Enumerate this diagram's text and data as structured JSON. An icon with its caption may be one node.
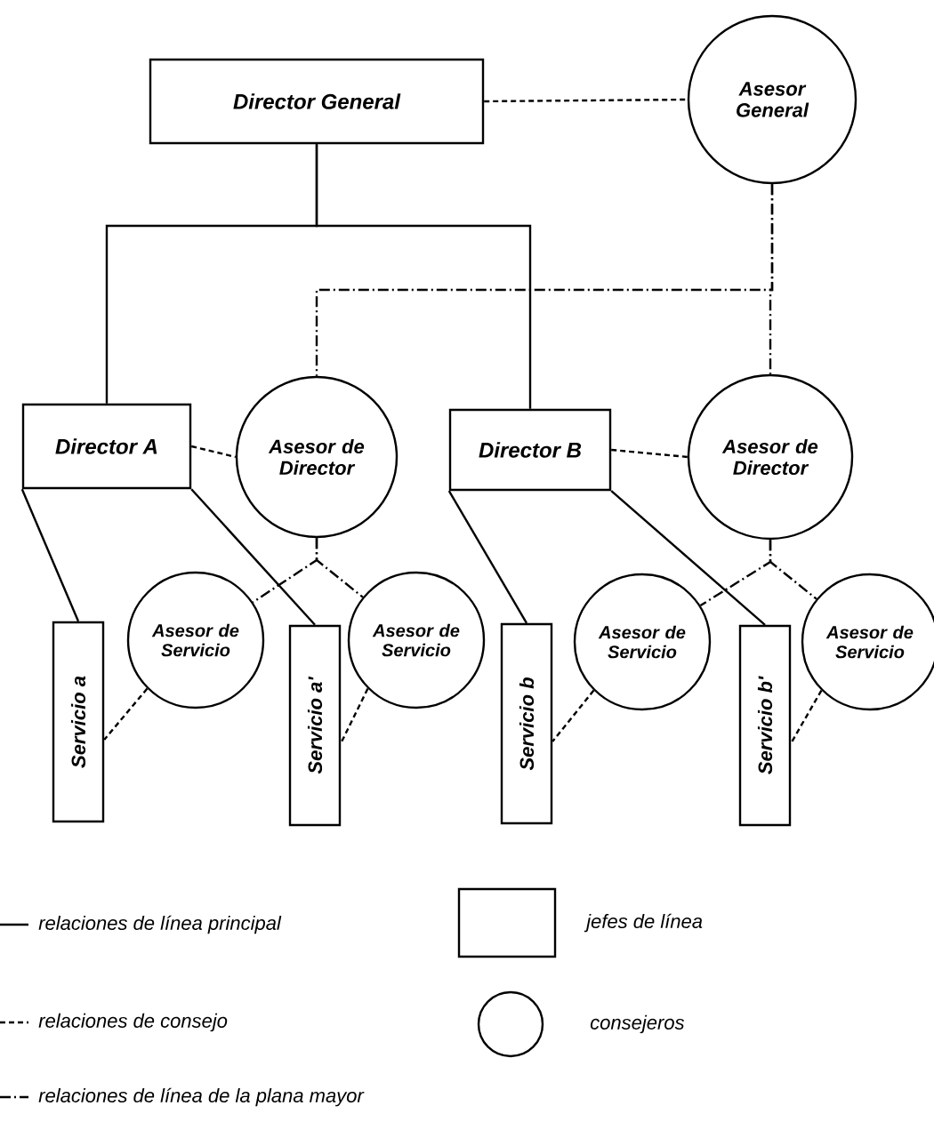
{
  "diagram": {
    "nodes": [
      {
        "text": [
          "Director General"
        ]
      },
      {
        "text": [
          "Asesor General"
        ]
      },
      {
        "text": [
          "Director A"
        ]
      },
      {
        "text": [
          "Asesor de Director"
        ]
      },
      {
        "text": [
          "Director B"
        ]
      },
      {
        "text": [
          "Asesor de Director"
        ]
      },
      {
        "text": [
          "Servicio a"
        ]
      },
      {
        "text": [
          "Asesor de Servicio"
        ]
      },
      {
        "text": [
          "Servicio a'"
        ]
      },
      {
        "text": [
          "Asesor de Servicio"
        ]
      },
      {
        "text": [
          "Servicio b"
        ]
      },
      {
        "text": [
          "Asesor de Servicio"
        ]
      },
      {
        "text": [
          "Servicio b'"
        ]
      },
      {
        "text": [
          "Asesor de Servicio"
        ]
      }
    ],
    "edges": [
      {
        "from": 0,
        "to": 1,
        "arrow": "none",
        "style": "dashed"
      },
      {
        "from": 0,
        "to": 2,
        "arrow": "none"
      },
      {
        "from": 0,
        "to": 4,
        "arrow": "none"
      },
      {
        "from": 1,
        "to": 3,
        "arrow": "none",
        "style": "dashed"
      },
      {
        "from": 1,
        "to": 5,
        "arrow": "none",
        "style": "dashed"
      },
      {
        "from": 2,
        "to": 3,
        "arrow": "none",
        "style": "dashed"
      },
      {
        "from": 4,
        "to": 5,
        "arrow": "none",
        "style": "dashed"
      },
      {
        "from": 2,
        "to": 6,
        "arrow": "none"
      },
      {
        "from": 2,
        "to": 8,
        "arrow": "none"
      },
      {
        "from": 4,
        "to": 10,
        "arrow": "none"
      },
      {
        "from": 4,
        "to": 12,
        "arrow": "none"
      },
      {
        "from": 3,
        "to": 7,
        "arrow": "none",
        "style": "dashed"
      },
      {
        "from": 3,
        "to": 9,
        "arrow": "none",
        "style": "dashed"
      },
      {
        "from": 5,
        "to": 11,
        "arrow": "none",
        "style": "dashed"
      },
      {
        "from": 5,
        "to": 13,
        "arrow": "none",
        "style": "dashed"
      },
      {
        "from": 7,
        "to": 6,
        "arrow": "none",
        "style": "dashed"
      },
      {
        "from": 9,
        "to": 8,
        "arrow": "none",
        "style": "dashed"
      },
      {
        "from": 11,
        "to": 10,
        "arrow": "none",
        "style": "dashed"
      },
      {
        "from": 13,
        "to": 12,
        "arrow": "none",
        "style": "dashed"
      }
    ],
    "legend": [
      {
        "text": "relaciones de línea principal"
      },
      {
        "text": "jefes de línea"
      },
      {
        "text": "relaciones de consejo"
      },
      {
        "text": "consejeros"
      },
      {
        "text": "relaciones de línea de la plana mayor"
      }
    ]
  }
}
